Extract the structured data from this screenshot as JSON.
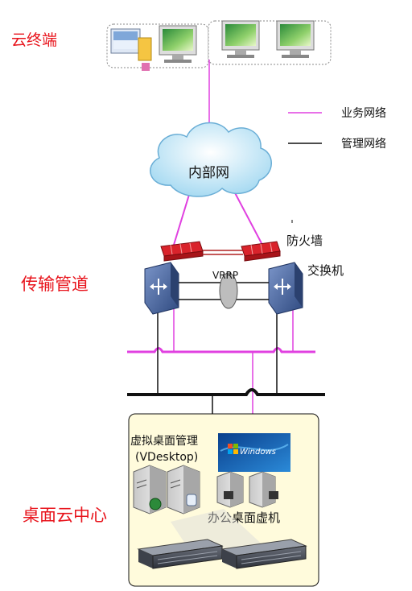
{
  "sections": {
    "cloud_terminal": "云终端",
    "transport": "传输管道",
    "desktop_center": "桌面云中心"
  },
  "legend": {
    "business_network": "业务网络",
    "management_network": "管理网络"
  },
  "network": {
    "intranet": "内部网",
    "firewall": "防火墙",
    "switch": "交换机",
    "vrrp": "VRRP"
  },
  "datacenter": {
    "vdesktop_line1": "虚拟桌面管理",
    "vdesktop_line2": "(VDesktop)",
    "office_vm": "办公桌面虚机",
    "windows_logo_text": "Windows"
  },
  "colors": {
    "business_line": "#e040e0",
    "management_line": "#111111",
    "section_label": "#e8141c",
    "datacenter_bg": "#fffbdc",
    "cloud_fill": "#bfe6f7",
    "firewall": "#d9232b",
    "switch": "#4e6fa8"
  }
}
